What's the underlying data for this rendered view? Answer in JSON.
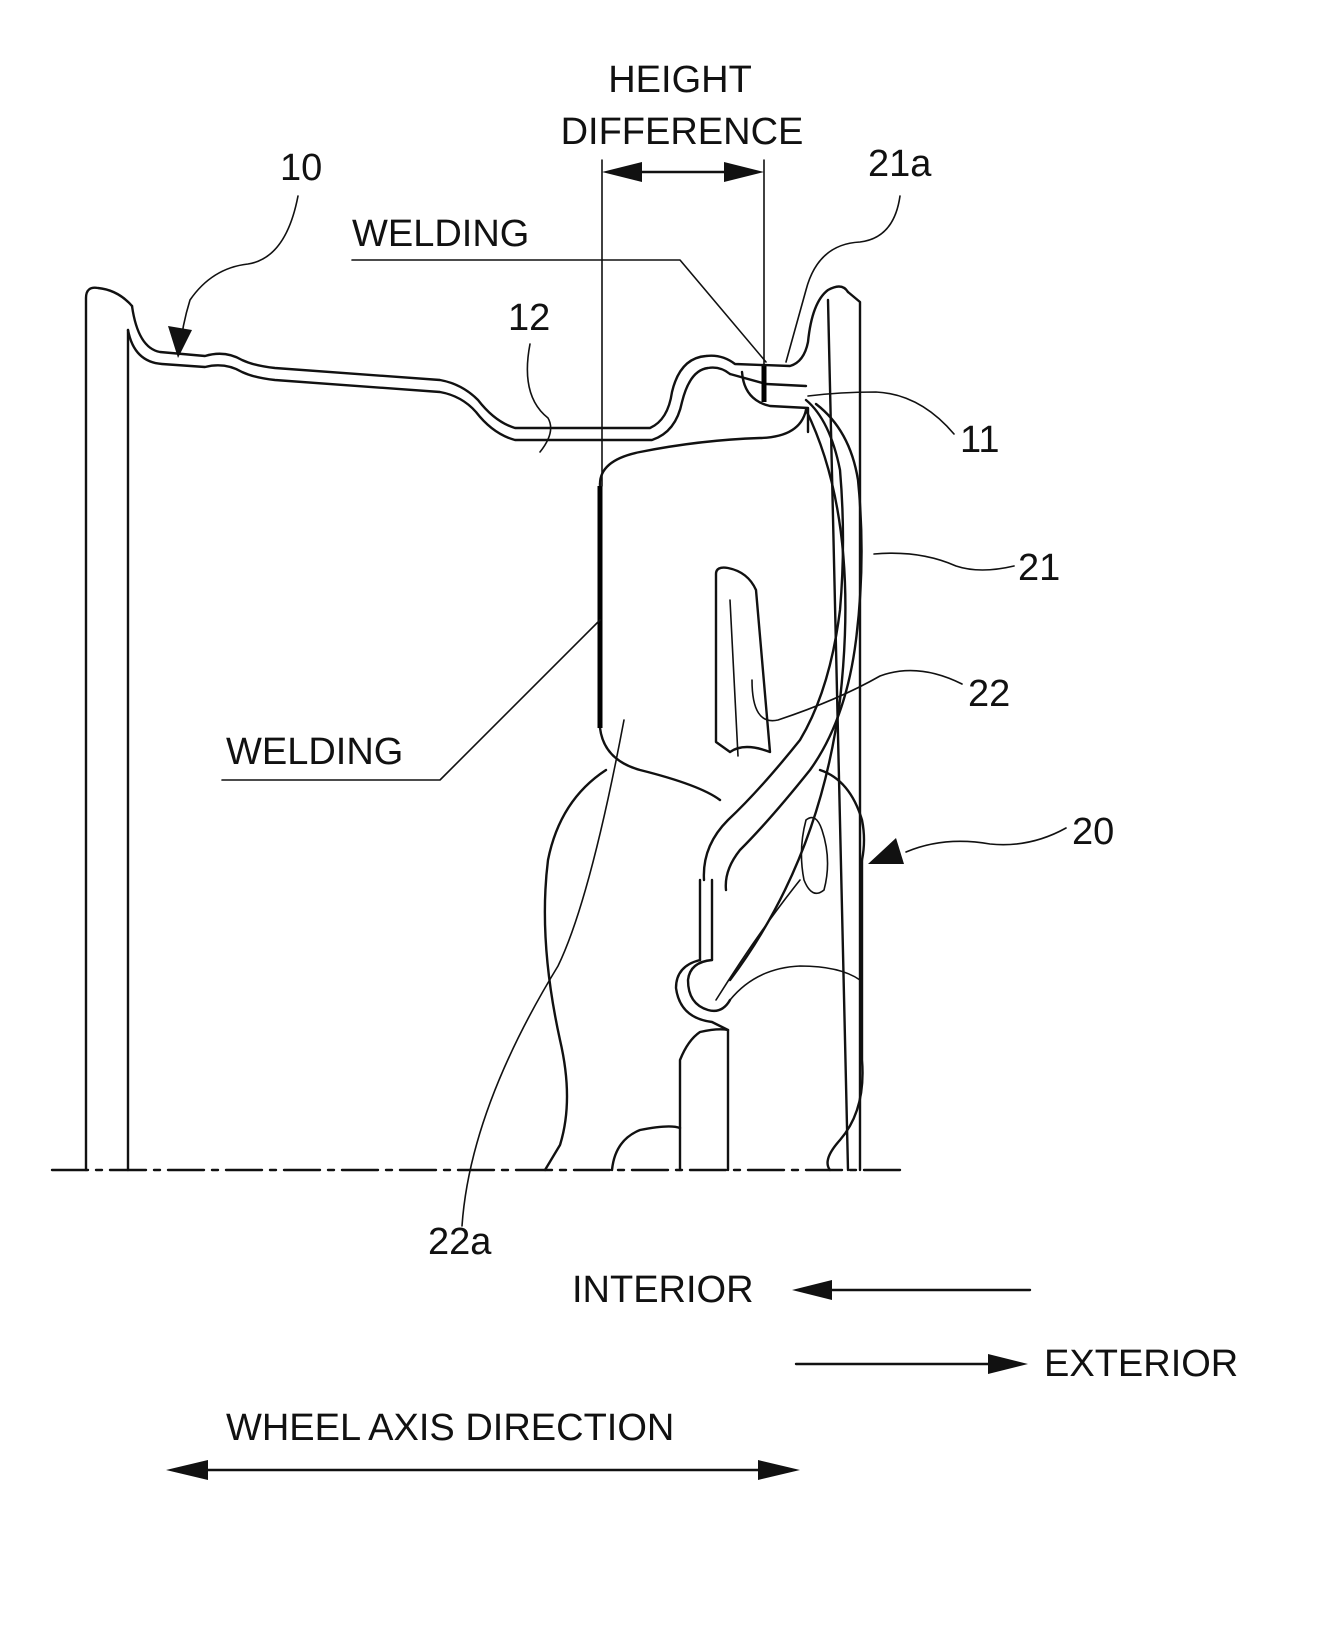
{
  "labels": {
    "height_difference_line1": "HEIGHT",
    "height_difference_line2": "DIFFERENCE",
    "welding_top": "WELDING",
    "welding_left": "WELDING",
    "ref_10": "10",
    "ref_12": "12",
    "ref_21a": "21a",
    "ref_11": "11",
    "ref_21": "21",
    "ref_22": "22",
    "ref_20": "20",
    "ref_22a": "22a",
    "interior": "INTERIOR",
    "exterior": "EXTERIOR",
    "wheel_axis_direction": "WHEEL AXIS DIRECTION"
  }
}
